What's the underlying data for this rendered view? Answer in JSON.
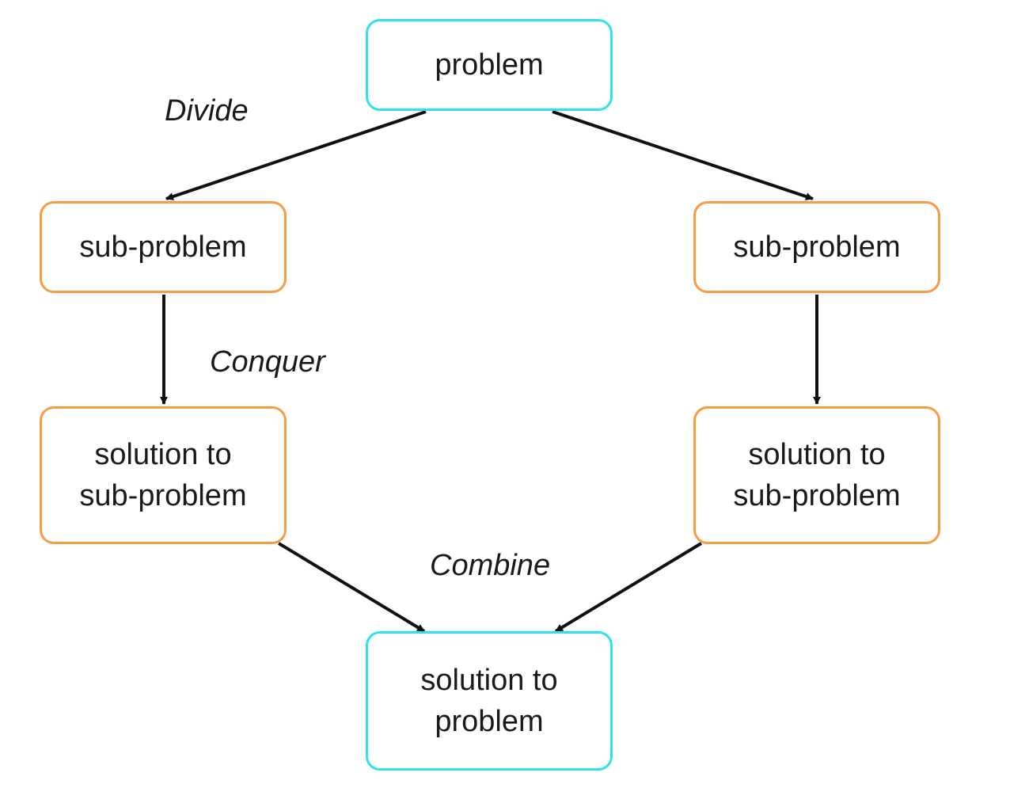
{
  "colors": {
    "terminal_border": "#2fe1ea",
    "step_border": "#f99b45",
    "arrow": "#111111",
    "text": "#1a1a1a"
  },
  "nodes": {
    "problem": "problem",
    "sub_problem_left": "sub-problem",
    "sub_problem_right": "sub-problem",
    "solution_sub_left": "solution to\nsub-problem",
    "solution_sub_right": "solution to\nsub-problem",
    "solution_problem": "solution to\nproblem"
  },
  "labels": {
    "divide": "Divide",
    "conquer": "Conquer",
    "combine": "Combine"
  },
  "edges": [
    {
      "from": "problem",
      "to": "sub_problem_left"
    },
    {
      "from": "problem",
      "to": "sub_problem_right"
    },
    {
      "from": "sub_problem_left",
      "to": "solution_sub_left"
    },
    {
      "from": "sub_problem_right",
      "to": "solution_sub_right"
    },
    {
      "from": "solution_sub_left",
      "to": "solution_problem"
    },
    {
      "from": "solution_sub_right",
      "to": "solution_problem"
    }
  ]
}
